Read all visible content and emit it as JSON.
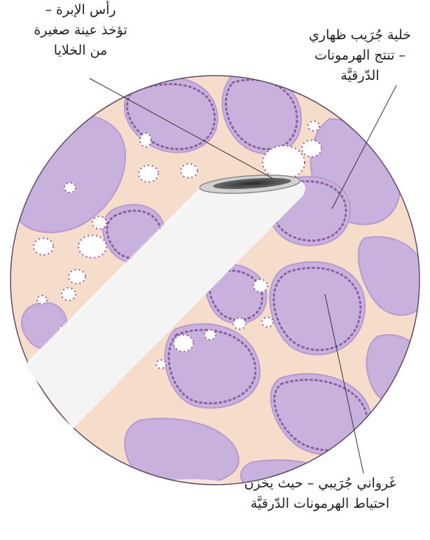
{
  "labels": {
    "needle_tip": [
      "رأس الإبرة –",
      "تؤخذ عينة صغيرة",
      "من الخلايا"
    ],
    "follicular_cell": [
      "خلية جُرَيب ظهاري",
      "– تنتج الهرمونات",
      "الدّرقيَّة"
    ],
    "colloid": [
      "غَرواني جُرَيبي – حيث يخزن",
      "احتياط الهرمونات الدّرقيَّة"
    ]
  },
  "colors": {
    "colloid": "#c9b1dd",
    "colloid_edge": "#b79acf",
    "stroma": "#f6dccb",
    "cell_dot": "#8a5fa0",
    "needle_light": "#eeeeee",
    "needle_dark": "#8e8e8e",
    "leader_line": "#333333",
    "circle_edge": "#5b4a66"
  }
}
